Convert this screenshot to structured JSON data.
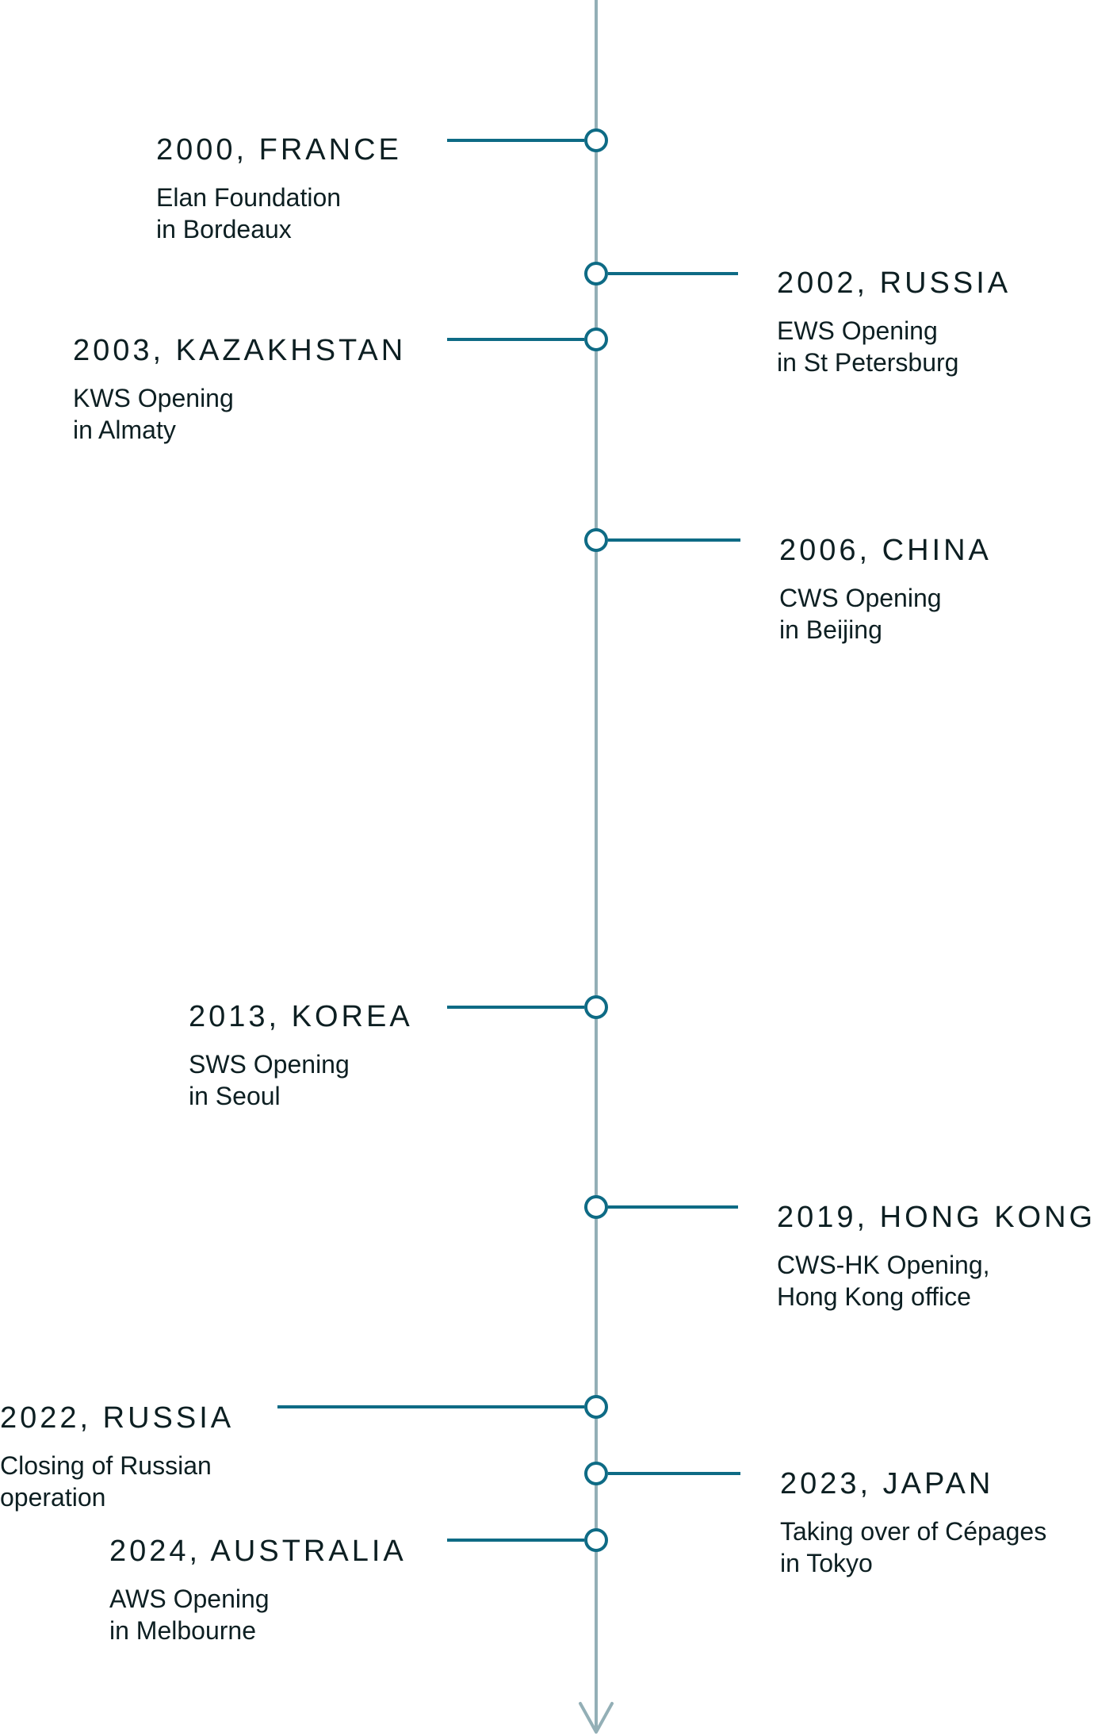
{
  "colors": {
    "accent": "#0e6b85",
    "axis": "#93afb6",
    "text": "#0d1f22"
  },
  "events": [
    {
      "heading": "2000, FRANCE",
      "line1": "Elan Foundation",
      "line2": "in Bordeaux",
      "side": "left"
    },
    {
      "heading": "2002, RUSSIA",
      "line1": "EWS Opening",
      "line2": "in St Petersburg",
      "side": "right"
    },
    {
      "heading": "2003, KAZAKHSTAN",
      "line1": "KWS Opening",
      "line2": "in Almaty",
      "side": "left"
    },
    {
      "heading": "2006, CHINA",
      "line1": "CWS Opening",
      "line2": "in Beijing",
      "side": "right"
    },
    {
      "heading": "2013, KOREA",
      "line1": "SWS Opening",
      "line2": "in Seoul",
      "side": "left"
    },
    {
      "heading": "2019, HONG KONG",
      "line1": "CWS-HK Opening,",
      "line2": "Hong Kong office",
      "side": "right"
    },
    {
      "heading": "2022, RUSSIA",
      "line1": "Closing of Russian",
      "line2": "operation",
      "side": "left"
    },
    {
      "heading": "2023, JAPAN",
      "line1": "Taking over of Cépages",
      "line2": "in Tokyo",
      "side": "right"
    },
    {
      "heading": "2024, AUSTRALIA",
      "line1": "AWS Opening",
      "line2": "in Melbourne",
      "side": "left"
    }
  ]
}
